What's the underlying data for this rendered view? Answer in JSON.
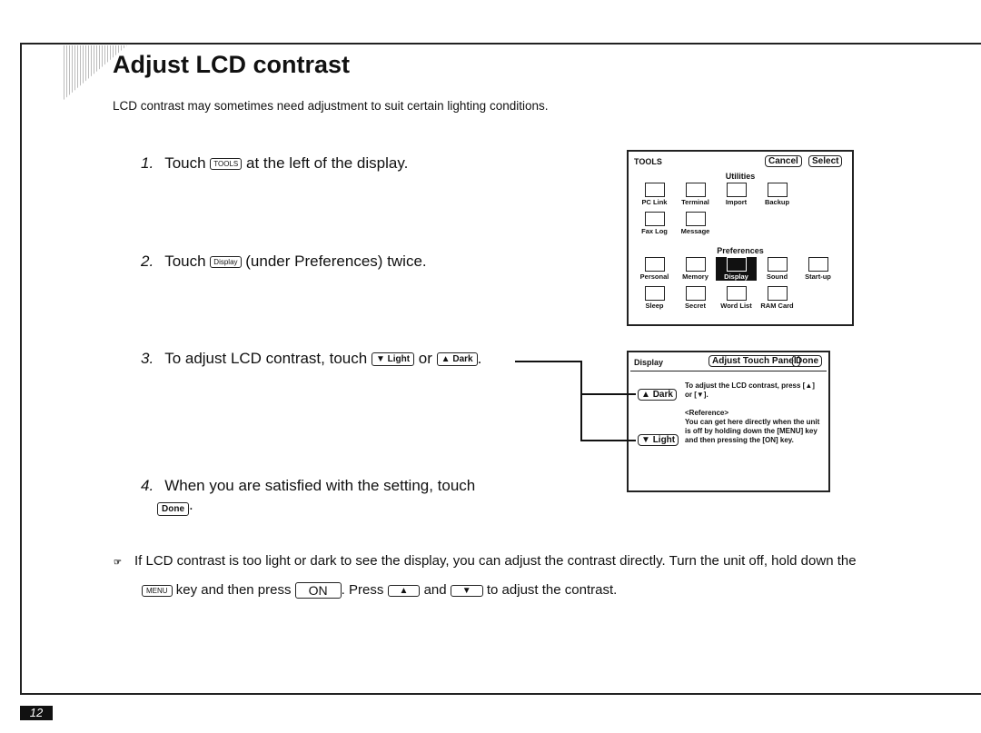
{
  "title": "Adjust LCD contrast",
  "intro": "LCD contrast may sometimes need adjustment to suit certain lighting conditions.",
  "steps": [
    {
      "num": "1.",
      "before": "Touch",
      "icon": "TOOLS",
      "after": "at the left of the display."
    },
    {
      "num": "2.",
      "before": "Touch",
      "icon": "Display",
      "after": "(under Preferences) twice."
    },
    {
      "num": "3.",
      "before": "To adjust LCD contrast, touch",
      "key1": "Light",
      "mid": "or",
      "key2": "Dark",
      "after": "."
    },
    {
      "num": "4.",
      "before": "When you are satisfied with the setting, touch",
      "key": "Done",
      "after": "."
    }
  ],
  "tools_screen": {
    "title": "TOOLS",
    "cancel": "Cancel",
    "select": "Select",
    "utilities_label": "Utilities",
    "preferences_label": "Preferences",
    "utilities": [
      "PC Link",
      "Terminal",
      "Import",
      "Backup",
      "Fax Log",
      "Message"
    ],
    "preferences": [
      "Personal",
      "Memory",
      "Display",
      "Sound",
      "Start-up",
      "Sleep",
      "Secret",
      "Word List",
      "RAM Card"
    ]
  },
  "display_screen": {
    "title": "Display",
    "adjust": "Adjust Touch Panel",
    "done": "Done",
    "dark": "Dark",
    "light": "Light",
    "text1": "To adjust the LCD contrast, press [▲] or [▼].",
    "ref": "<Reference>",
    "text2": "You can get here directly when the unit is off by holding down the [MENU] key and then pressing the [ON] key."
  },
  "note": {
    "line1": "If LCD contrast is too light or dark to see the display, you can adjust the contrast directly. Turn the unit off, hold down the",
    "menu": "MENU",
    "t1": "key and then press",
    "on": "ON",
    "t2": ". Press",
    "up": "▲",
    "t3": "and",
    "down": "▼",
    "t4": "to adjust the contrast."
  },
  "page_number": "12"
}
